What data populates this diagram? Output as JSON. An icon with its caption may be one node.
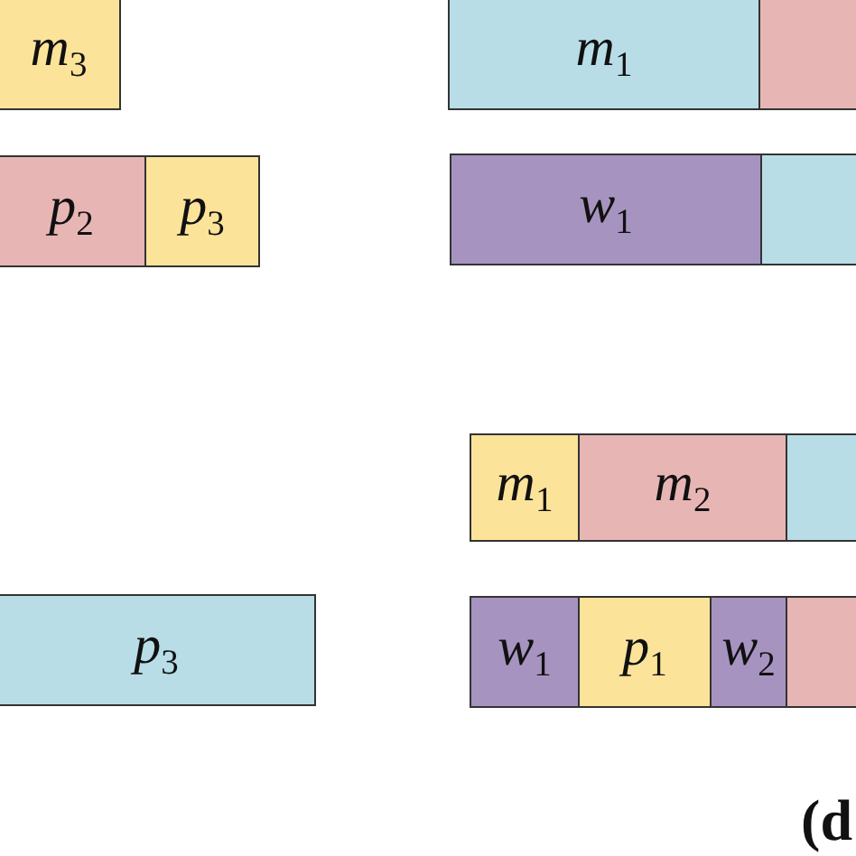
{
  "diagram": {
    "nodes": [
      {
        "text": [
          "m$_{3}$"
        ]
      },
      {
        "text": [
          "m$_{1}$"
        ]
      },
      {
        "text": [],
        "shape": "box"
      },
      {
        "text": [
          "p$_{2}$"
        ]
      },
      {
        "text": [
          "p$_{3}$"
        ]
      },
      {
        "text": [
          "w$_{1}$"
        ]
      },
      {
        "text": [],
        "shape": "box"
      },
      {
        "text": [
          "m$_{1}$"
        ]
      },
      {
        "text": [
          "m$_{2}$"
        ]
      },
      {
        "text": [],
        "shape": "box"
      },
      {
        "text": [
          "p$_{3}$"
        ]
      },
      {
        "text": [
          "w$_{1}$"
        ]
      },
      {
        "text": [
          "p$_{1}$"
        ]
      },
      {
        "text": [
          "w$_{2}$"
        ]
      },
      {
        "text": [],
        "shape": "box"
      }
    ],
    "labels": [
      "(d"
    ]
  }
}
